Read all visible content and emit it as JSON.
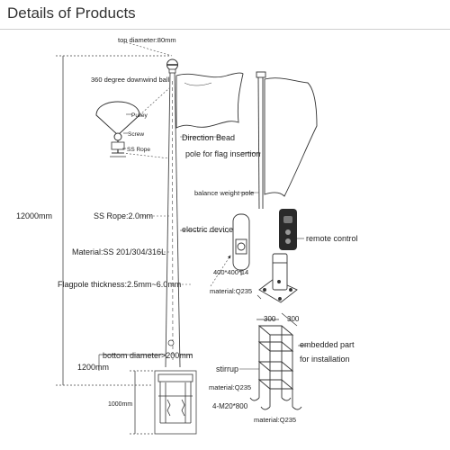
{
  "header": {
    "title": "Details of Products"
  },
  "labels": {
    "top_diameter": "top diameter:80mm",
    "downwind_ball": "360 degree downwind ball",
    "pulley": "Pulley",
    "screw": "Screw",
    "ss_rope_small": "SS Rope",
    "direction_bead": "Direction Bead",
    "pole_flag_insertion": "pole for flag insertion",
    "balance_weight_pole": "balance weight pole",
    "height_12000": "12000mm",
    "ss_rope": "SS Rope:2.0mm",
    "electric_device": "electric device",
    "remote_control": "remote control",
    "material_ss": "Material:SS 201/304/316L",
    "base_plate_size": "400*400*14",
    "material_q235_plate": "material:Q235",
    "thickness": "Flagpole thickness:2.5mm~6.0mm",
    "dim_300_a": "300",
    "dim_300_b": "300",
    "embedded_part": "embedded part",
    "for_installation": "for installation",
    "bottom_diameter": "bottom diameter>200mm",
    "height_1200": "1200mm",
    "stirrup": "stirrup",
    "material_q235_stirrup": "material:Q235",
    "height_1000": "1000mm",
    "bolts": "4-M20*800",
    "material_q235_bolts": "material:Q235"
  }
}
